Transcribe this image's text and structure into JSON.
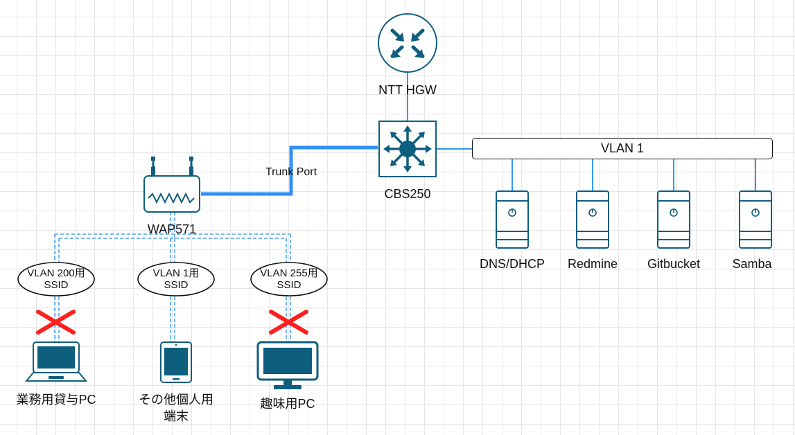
{
  "nodes": {
    "router": {
      "label": "NTT HGW",
      "icon": "router-icon"
    },
    "switch": {
      "label": "CBS250",
      "icon": "layer3-switch-icon"
    },
    "ap": {
      "label": "WAP571",
      "icon": "wireless-access-point-icon"
    },
    "vlan_bar": {
      "label": "VLAN 1"
    },
    "trunk": {
      "label": "Trunk Port"
    },
    "servers": [
      {
        "label": "DNS/DHCP",
        "icon": "server-icon"
      },
      {
        "label": "Redmine",
        "icon": "server-icon"
      },
      {
        "label": "Gitbucket",
        "icon": "server-icon"
      },
      {
        "label": "Samba",
        "icon": "server-icon"
      }
    ],
    "ssids": [
      {
        "line1": "VLAN 200用",
        "line2": "SSID"
      },
      {
        "line1": "VLAN 1用",
        "line2": "SSID"
      },
      {
        "line1": "VLAN 255用",
        "line2": "SSID"
      }
    ],
    "clients": [
      {
        "label": "業務用貸与PC",
        "icon": "laptop-icon",
        "blocked": true
      },
      {
        "label_line1": "その他個人用",
        "label_line2": "端末",
        "icon": "tablet-icon",
        "blocked": false
      },
      {
        "label": "趣味用PC",
        "icon": "desktop-monitor-icon",
        "blocked": true
      }
    ]
  },
  "colors": {
    "icon_primary": "#0e5e7e",
    "link": "#3399ee",
    "trunk_link": "#2f8ff5",
    "dashed_link": "#4aa3f0",
    "blocked_mark": "#ff1f1f"
  }
}
